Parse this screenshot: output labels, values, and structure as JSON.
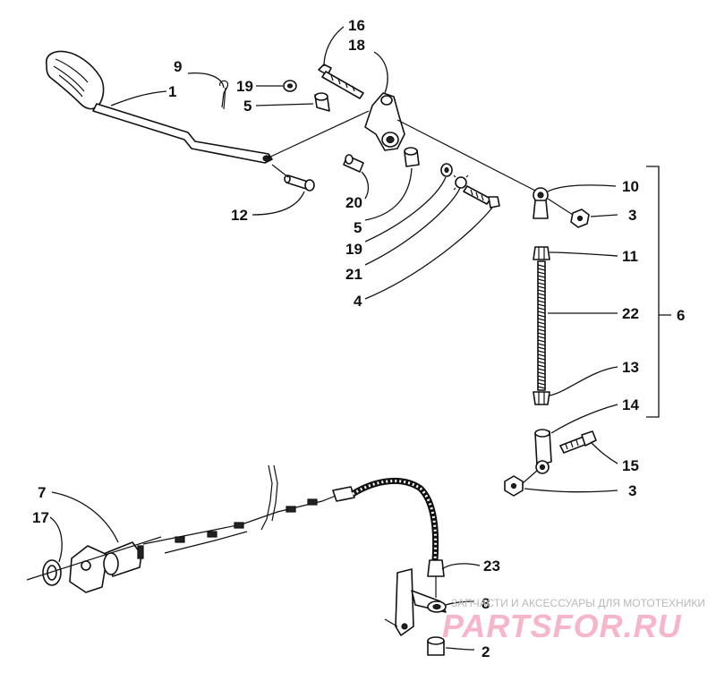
{
  "labels": {
    "p1": "1",
    "p2": "2",
    "p3a": "3",
    "p3b": "3",
    "p4": "4",
    "p5a": "5",
    "p5b": "5",
    "p6": "6",
    "p7": "7",
    "p8": "8",
    "p9": "9",
    "p10": "10",
    "p11": "11",
    "p12": "12",
    "p13": "13",
    "p14": "14",
    "p15": "15",
    "p16": "16",
    "p17": "17",
    "p18": "18",
    "p19a": "19",
    "p19b": "19",
    "p20": "20",
    "p21": "21",
    "p22": "22",
    "p23": "23"
  },
  "watermark": {
    "tagline": "ЗАПЧАСТИ И АКСЕССУАРЫ ДЛЯ МОТОТЕХНИКИ",
    "logo": "PARTSFOR.RU"
  }
}
